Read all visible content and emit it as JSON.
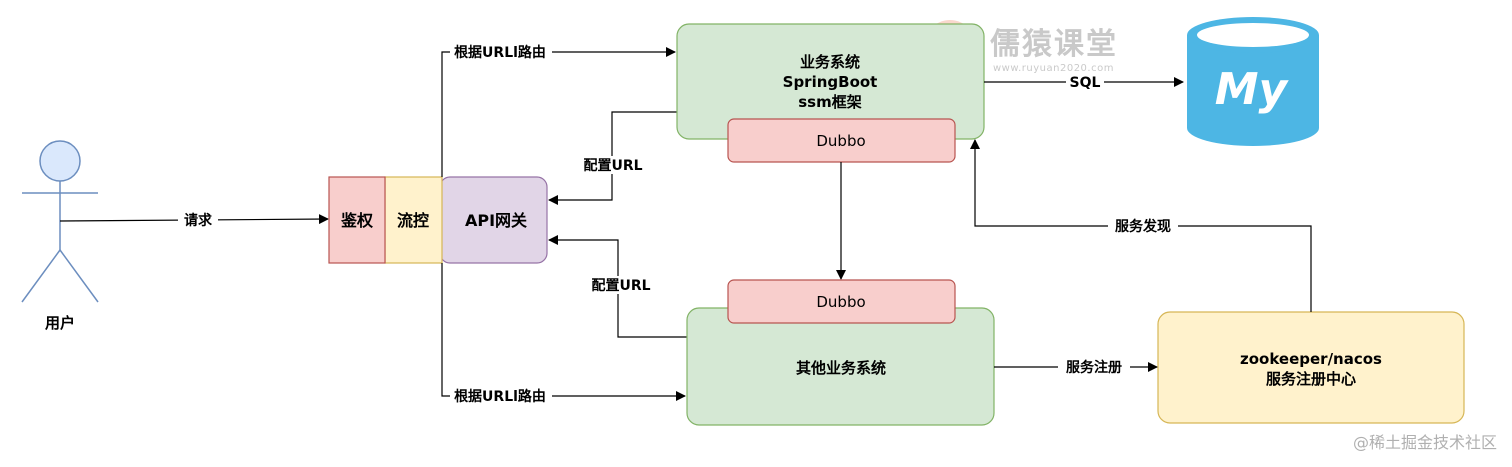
{
  "diagram": {
    "actor": {
      "label": "用户"
    },
    "edges": {
      "request": "请求",
      "route_top": "根据URLl路由",
      "route_bottom": "根据URLl路由",
      "config_top": "配置URL",
      "config_bottom": "配置URL",
      "sql": "SQL",
      "service_discovery": "服务发现",
      "service_register": "服务注册"
    },
    "gateway": {
      "auth": "鉴权",
      "flow_control": "流控",
      "api_gateway": "API网关"
    },
    "business_system": {
      "line1": "业务系统",
      "line2": "SpringBoot",
      "line3": "ssm框架",
      "dubbo": "Dubbo"
    },
    "other_system": {
      "label": "其他业务系统",
      "dubbo": "Dubbo"
    },
    "registry": {
      "line1": "zookeeper/nacos",
      "line2": "服务注册中心"
    },
    "database": {
      "logo_text": "My"
    },
    "watermark": {
      "brand": "儒猿课堂",
      "url": "www.ruyuan2020.com"
    },
    "footer": {
      "credit": "@稀土掘金技术社区"
    },
    "colors": {
      "actor_fill": "#dae8fc",
      "actor_stroke": "#6c8ebf",
      "auth_fill": "#f8cecc",
      "auth_stroke": "#b85450",
      "flow_fill": "#fff2cc",
      "flow_stroke": "#d6b656",
      "gateway_fill": "#e1d5e7",
      "gateway_stroke": "#9673a6",
      "system_fill": "#d5e8d4",
      "system_stroke": "#82b366",
      "registry_fill": "#fff2cc",
      "registry_stroke": "#d6b656",
      "db_fill": "#4db6e4"
    }
  }
}
